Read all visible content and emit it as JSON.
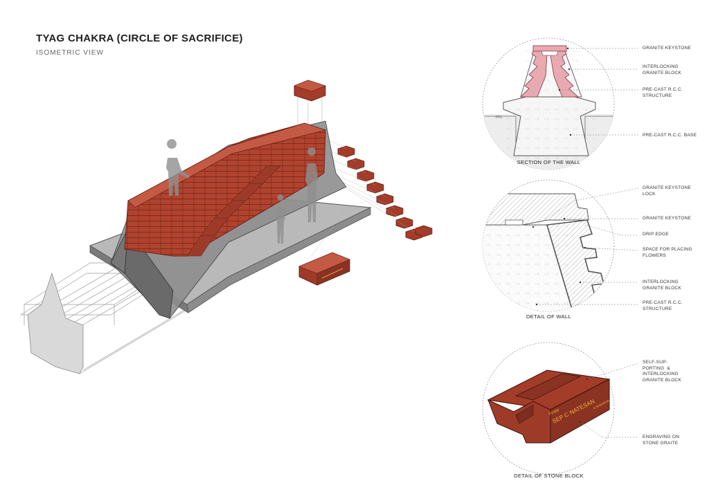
{
  "header": {
    "title": "TYAG CHAKRA (CIRCLE OF SACRIFICE)",
    "subtitle": "ISOMETRIC  VIEW"
  },
  "section_wall": {
    "caption": "SECTION OF THE WALL",
    "level_mark": "FFL",
    "labels": [
      {
        "text": "GRANITE KEYSTONE"
      },
      {
        "text": "INTERLOCKING\nGRANITE BLOCK"
      },
      {
        "text": "PRE-CAST R.C.C.\nSTRUCTURE"
      },
      {
        "text": "PRE-CAST R.C.C. BASE"
      }
    ]
  },
  "detail_wall": {
    "caption": "DETAIL OF WALL",
    "labels": [
      {
        "text": "GRANITE KEYSTONE\nLOCK"
      },
      {
        "text": "GRANITE KEYSTONE"
      },
      {
        "text": "DRIP EDGE"
      },
      {
        "text": "SPACE FOR PLACING\nFLOWERS"
      },
      {
        "text": "INTERLOCKING\nGRANITE BLOCK"
      },
      {
        "text": "PRE-CAST R.C.C.\nSTRUCTURE"
      }
    ]
  },
  "detail_block": {
    "caption": "DETAIL OF  STONE BLOCK",
    "engraving_small": "PVSM",
    "engraving_name": "SEP C NATESAN",
    "engraving_side": "A SHAURYA",
    "labels": [
      {
        "text": "SELF-SUP-\nPORTING  &\nINTERLOCKING\nGRANITE BLOCK"
      },
      {
        "text": "ENGRAVING ON\nSTONE GRAITE"
      }
    ]
  },
  "colors": {
    "brick": "#b0432e",
    "brick_dark": "#8a3322",
    "brick_light": "#c55a44",
    "concrete": "#9a9a9a",
    "concrete_dark": "#6f6f6f",
    "section_pink": "#e8a9b0"
  }
}
